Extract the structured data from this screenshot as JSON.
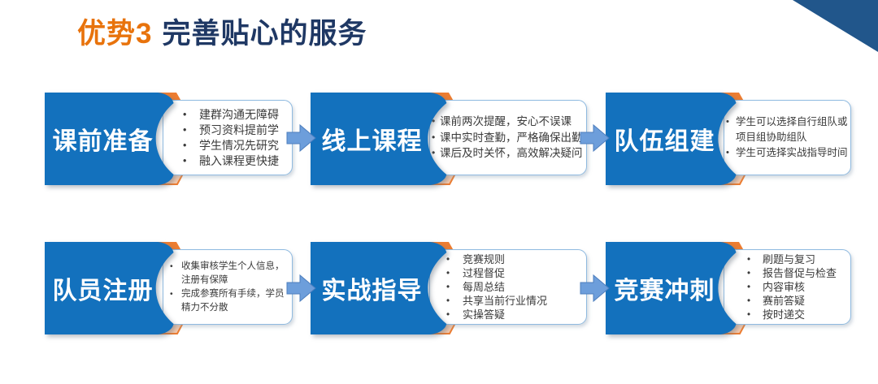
{
  "slide": {
    "title_badge": "优势3",
    "title_text": "完善贴心的服务"
  },
  "groups": [
    {
      "label": "课前准备",
      "bullets": [
        "建群沟通无障碍",
        "预习资料提前学",
        "学生情况先研究",
        "融入课程更快捷"
      ]
    },
    {
      "label": "线上课程",
      "bullets": [
        "课前两次提醒，安心不误课",
        "课中实时查勤，严格确保出勤",
        "课后及时关怀，高效解决疑问"
      ]
    },
    {
      "label": "队伍组建",
      "bullets": [
        "学生可以选择自行组队或项目组协助组队",
        "学生可选择实战指导时间"
      ]
    },
    {
      "label": "队员注册",
      "bullets": [
        "收集审核学生个人信息，注册有保障",
        "完成参赛所有手续，学员精力不分散"
      ]
    },
    {
      "label": "实战指导",
      "bullets": [
        "竞赛规则",
        "过程督促",
        "每周总结",
        "共享当前行业情况",
        "实操答疑"
      ]
    },
    {
      "label": "竞赛冲刺",
      "bullets": [
        "刷题与复习",
        "报告督促与检查",
        "内容审核",
        "赛前答疑",
        "按时递交"
      ]
    }
  ],
  "colors": {
    "banner_blue": "#1371BD",
    "accent_orange": "#ED7D31",
    "accent_peach": "#F8CBAD",
    "arrow_blue": "#6D9EDB",
    "arrow_border": "#4E7FBE",
    "title_navy": "#1F3864",
    "title_orange": "#E8730C",
    "corner_navy": "#21568B",
    "box_border": "#8FBAE0",
    "bullet_text": "#3A3A3A"
  }
}
